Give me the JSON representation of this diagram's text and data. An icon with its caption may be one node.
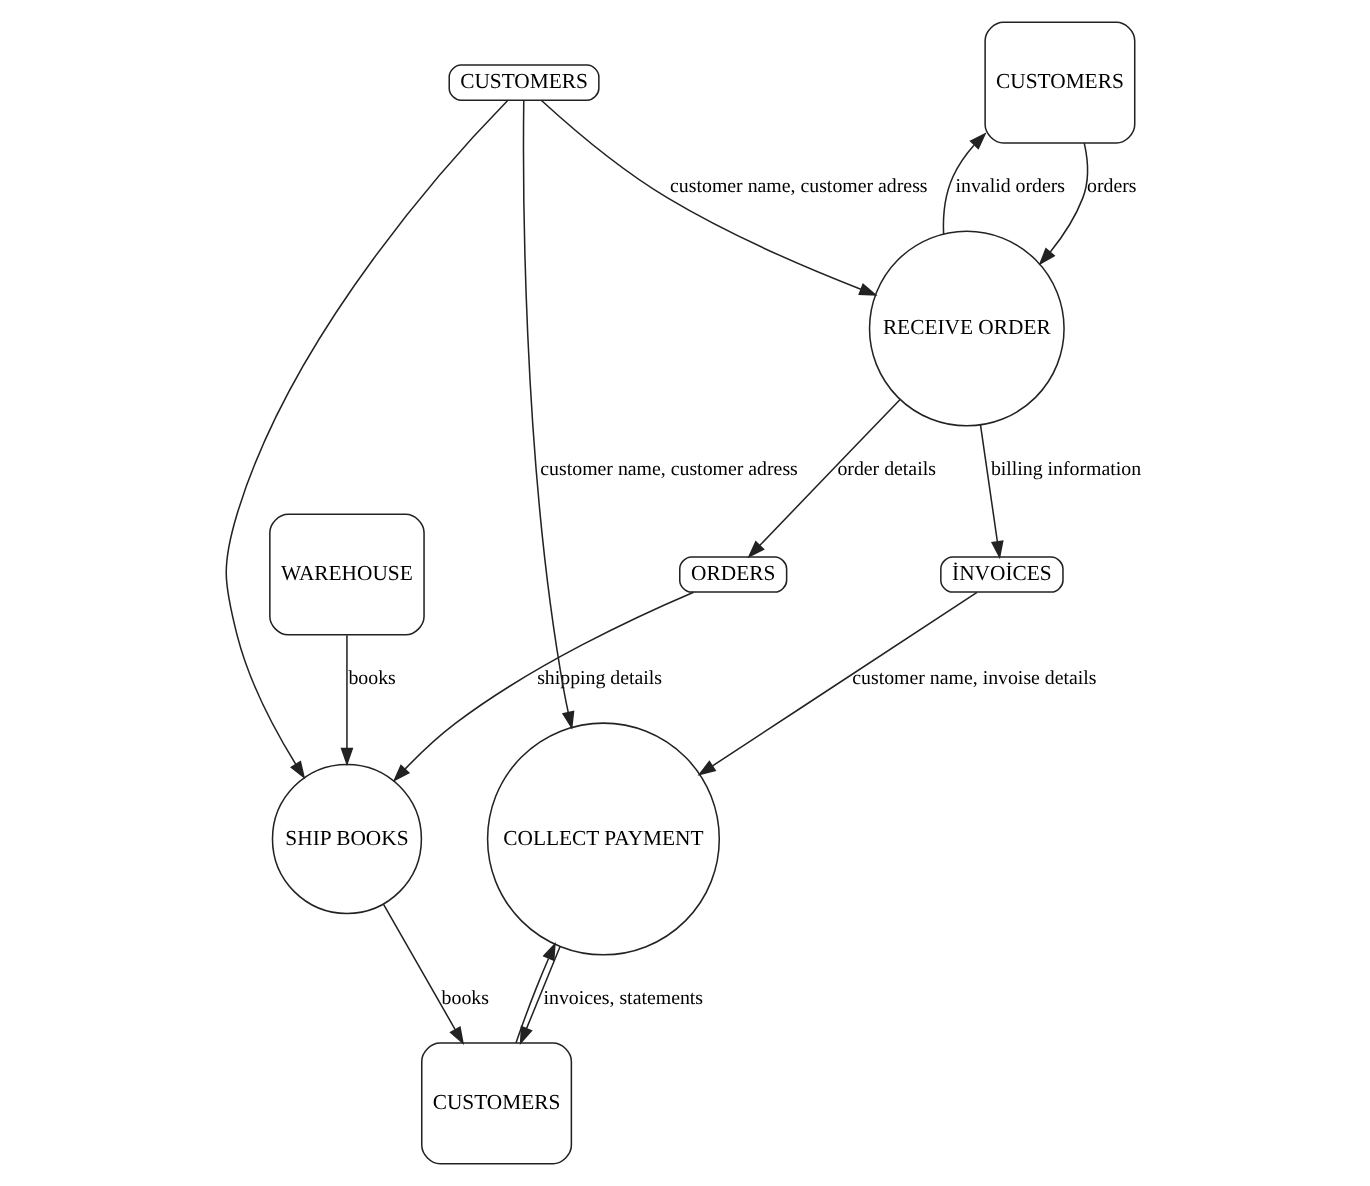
{
  "diagram": {
    "nodes": [
      {
        "text": [
          "CUSTOMERS"
        ]
      },
      {
        "text": [
          "ORDERS"
        ]
      },
      {
        "text": [
          "WAREHOUSE"
        ]
      },
      {
        "text": [
          "RECEIVE ORDER"
        ]
      },
      {
        "text": [
          "SHIP BOOKS"
        ]
      },
      {
        "text": [
          "CUSTOMERS"
        ]
      },
      {
        "text": [
          "İNVOİCES"
        ]
      },
      {
        "text": [
          "COLLECT PAYMENT"
        ]
      },
      {
        "text": [
          "CUSTOMERS"
        ]
      }
    ],
    "edges": [
      {
        "from": 0,
        "to": 3,
        "arrow": "to",
        "label": "orders"
      },
      {
        "from": 3,
        "to": 0,
        "arrow": "to",
        "label": "invalid orders"
      },
      {
        "from": 3,
        "to": 1,
        "arrow": "to",
        "label": "order details"
      },
      {
        "from": 1,
        "to": 4,
        "arrow": "to",
        "label": "shipping details"
      },
      {
        "from": 2,
        "to": 4,
        "arrow": "to",
        "label": "books"
      },
      {
        "from": 5,
        "to": 3,
        "arrow": "to",
        "label": "customer name, customer adress"
      },
      {
        "from": 5,
        "to": 4,
        "arrow": "to"
      },
      {
        "from": 5,
        "to": 7,
        "arrow": "to",
        "label": "customer name, customer adress"
      },
      {
        "from": 3,
        "to": 6,
        "arrow": "to",
        "label": "billing information"
      },
      {
        "from": 6,
        "to": 7,
        "arrow": "to",
        "label": "customer name, invoise details"
      },
      {
        "from": 7,
        "to": 8,
        "arrow": "to",
        "label": "invoices, statements"
      },
      {
        "from": 8,
        "to": 7,
        "arrow": "to"
      },
      {
        "from": 4,
        "to": 8,
        "arrow": "to",
        "label": "books"
      }
    ]
  }
}
